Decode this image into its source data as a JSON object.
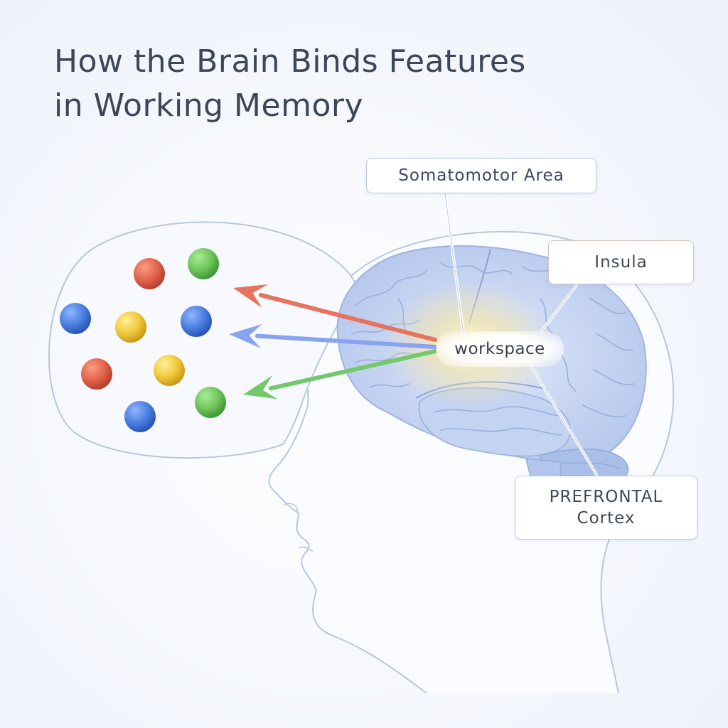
{
  "title": {
    "line1": "How the Brain Binds Features",
    "line2": "in Working Memory"
  },
  "labels": {
    "somatomotor": "Somatomotor Area",
    "insula": "Insula",
    "prefrontal_line1": "PREFRONTAL",
    "prefrontal_line2": "Cortex",
    "workspace": "workspace"
  },
  "features": [
    {
      "color": "red"
    },
    {
      "color": "green"
    },
    {
      "color": "blue"
    },
    {
      "color": "yellow"
    },
    {
      "color": "blue"
    },
    {
      "color": "red"
    },
    {
      "color": "yellow"
    },
    {
      "color": "green"
    },
    {
      "color": "blue"
    }
  ],
  "arrows": [
    {
      "color": "red"
    },
    {
      "color": "blue"
    },
    {
      "color": "green"
    }
  ],
  "colors": {
    "red": "#e0634b",
    "green": "#6fc45c",
    "blue": "#4a7fe0",
    "yellow": "#f0c93a",
    "arrow_red": "#e8735c",
    "arrow_blue": "#8aa3f0",
    "arrow_green": "#72c86a",
    "brain": "#b9cbee",
    "outline": "#b7c6e2"
  }
}
